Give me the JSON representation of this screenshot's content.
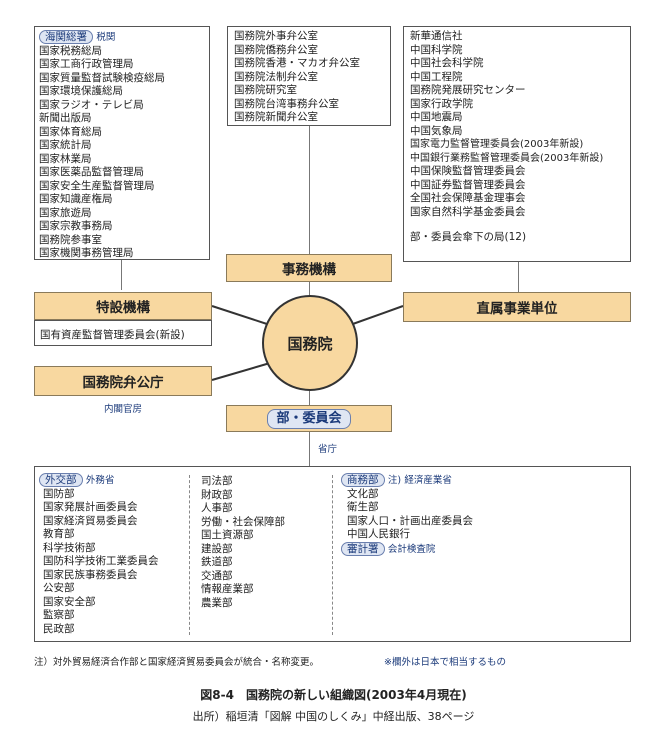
{
  "left_top": {
    "header_label": "海関総署",
    "header_note": "税関",
    "items": [
      "国家税務総局",
      "国家工商行政管理局",
      "国家質量監督試験検疫総局",
      "国家環境保護総局",
      "国家ラジオ・テレビ局",
      "新聞出版局",
      "国家体育総局",
      "国家統計局",
      "国家林業局",
      "国家医薬品監督管理局",
      "国家安全生産監督管理局",
      "国家知識産権局",
      "国家旅遊局",
      "国家宗教事務局",
      "国務院参事室",
      "国家機関事務管理局"
    ]
  },
  "middle_top": {
    "items": [
      "国務院外事弁公室",
      "国務院僑務弁公室",
      "国務院香港・マカオ弁公室",
      "国務院法制弁公室",
      "国務院研究室",
      "国務院台湾事務弁公室",
      "国務院新聞弁公室"
    ]
  },
  "right_top": {
    "items": [
      "新華通信社",
      "中国科学院",
      "中国社会科学院",
      "中国工程院",
      "国務院発展研究センター",
      "国家行政学院",
      "中国地震局",
      "中国気象局",
      "国家電力監督管理委員会(2003年新設)",
      "中国銀行業務監督管理委員会(2003年新設)",
      "中国保険監督管理委員会",
      "中国証券監督管理委員会",
      "全国社会保障基金理事会",
      "国家自然科学基金委員会"
    ],
    "footer": "部・委員会傘下の局(12)"
  },
  "center": {
    "title": "国務院",
    "jimu": "事務機構",
    "tokusetsu": "特設機構",
    "tokusetsu_item": "国有資産監督管理委員会(新設)",
    "chokuzoku": "直属事業単位",
    "bengocho": "国務院弁公庁",
    "bengocho_note": "内閣官房",
    "bu": "部・委員会",
    "bu_note": "省庁"
  },
  "bottom": {
    "col1_label": "外交部",
    "col1_label_note": "外務省",
    "col1_items": [
      "国防部",
      "国家発展計画委員会",
      "国家経済貿易委員会",
      "教育部",
      "科学技術部",
      "国防科学技術工業委員会",
      "国家民族事務委員会",
      "公安部",
      "国家安全部",
      "監察部",
      "民政部"
    ],
    "col2_items": [
      "司法部",
      "財政部",
      "人事部",
      "労働・社会保障部",
      "国土資源部",
      "建設部",
      "鉄道部",
      "交通部",
      "情報産業部",
      "農業部"
    ],
    "col3_label": "商務部",
    "col3_label_note": "注)",
    "col3_label_note2": "経済産業省",
    "col3_items": [
      "文化部",
      "衛生部",
      "国家人口・計画出産委員会",
      "中国人民銀行"
    ],
    "col3_label2": "審計署",
    "col3_label2_note": "会計検査院"
  },
  "footnote_left": "注）対外貿易経済合作部と国家経済貿易委員会が統合・名称変更。",
  "footnote_right": "※欄外は日本で相当するもの",
  "caption_title": "図8-4　国務院の新しい組織図(2003年4月現在)",
  "caption_source": "出所）稲垣清「図解 中国のしくみ」中経出版、38ページ"
}
